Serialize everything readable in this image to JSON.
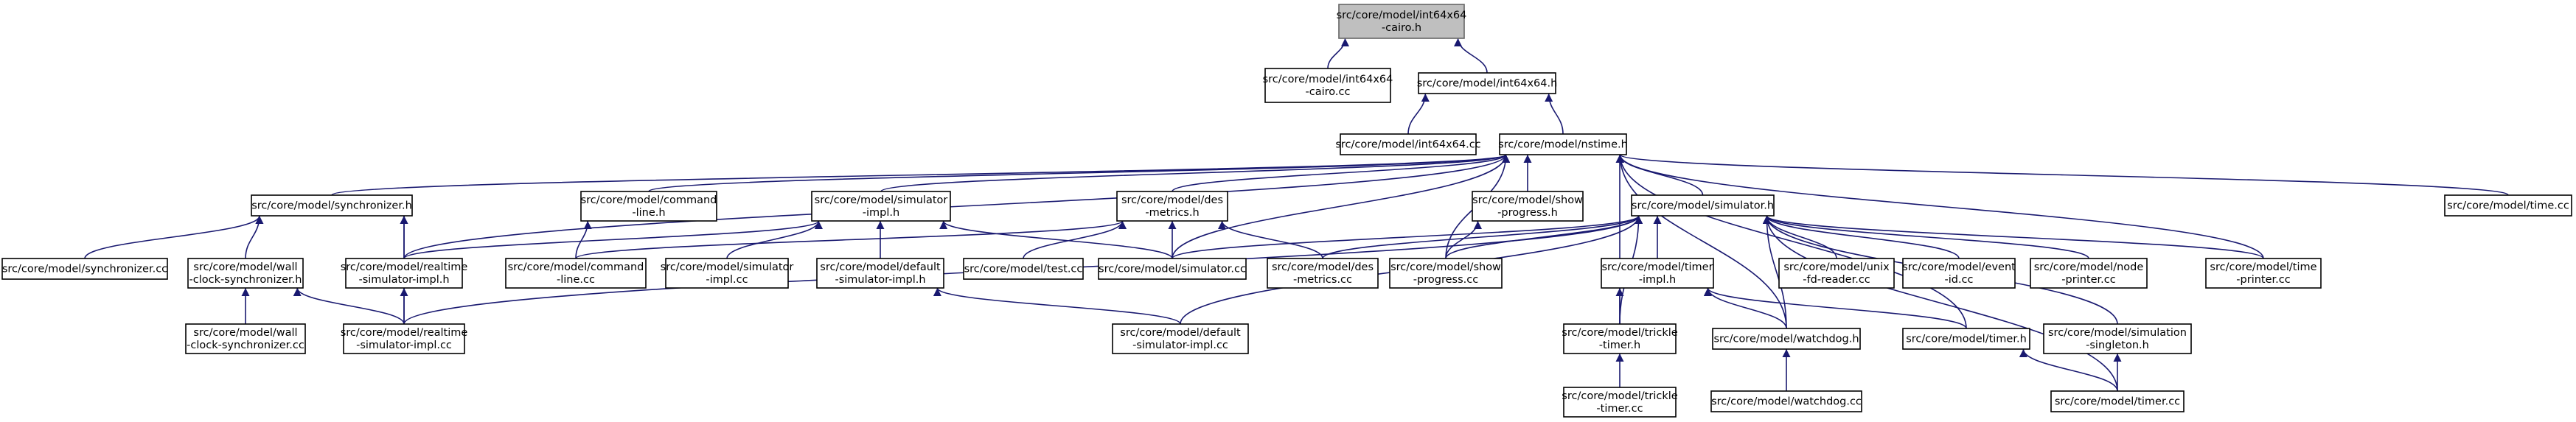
{
  "graph": {
    "edge_color": "#191970",
    "root_fill": "#bfbfbf",
    "nodes": [
      {
        "id": "root",
        "lines": [
          "src/core/model/int64x64",
          "-cairo.h"
        ],
        "root": true
      },
      {
        "id": "cairo_cc",
        "lines": [
          "src/core/model/int64x64",
          "-cairo.cc"
        ]
      },
      {
        "id": "int64_h",
        "lines": [
          "src/core/model/int64x64.h"
        ]
      },
      {
        "id": "int64_cc",
        "lines": [
          "src/core/model/int64x64.cc"
        ]
      },
      {
        "id": "nstime_h",
        "lines": [
          "src/core/model/nstime.h"
        ]
      },
      {
        "id": "sync_h",
        "lines": [
          "src/core/model/synchronizer.h"
        ]
      },
      {
        "id": "cmdline_h",
        "lines": [
          "src/core/model/command",
          "-line.h"
        ]
      },
      {
        "id": "simimpl_h",
        "lines": [
          "src/core/model/simulator",
          "-impl.h"
        ]
      },
      {
        "id": "desmet_h",
        "lines": [
          "src/core/model/des",
          "-metrics.h"
        ]
      },
      {
        "id": "showprog_h",
        "lines": [
          "src/core/model/show",
          "-progress.h"
        ]
      },
      {
        "id": "simulator_h",
        "lines": [
          "src/core/model/simulator.h"
        ]
      },
      {
        "id": "time_cc",
        "lines": [
          "src/core/model/time.cc"
        ]
      },
      {
        "id": "sync_cc",
        "lines": [
          "src/core/model/synchronizer.cc"
        ]
      },
      {
        "id": "wallclock_h",
        "lines": [
          "src/core/model/wall",
          "-clock-synchronizer.h"
        ]
      },
      {
        "id": "rtsimimpl_h",
        "lines": [
          "src/core/model/realtime",
          "-simulator-impl.h"
        ]
      },
      {
        "id": "cmdline_cc",
        "lines": [
          "src/core/model/command",
          "-line.cc"
        ]
      },
      {
        "id": "simimpl_cc",
        "lines": [
          "src/core/model/simulator",
          "-impl.cc"
        ]
      },
      {
        "id": "defsimimpl_h",
        "lines": [
          "src/core/model/default",
          "-simulator-impl.h"
        ]
      },
      {
        "id": "test_cc",
        "lines": [
          "src/core/model/test.cc"
        ]
      },
      {
        "id": "simulator_cc",
        "lines": [
          "src/core/model/simulator.cc"
        ]
      },
      {
        "id": "desmet_cc",
        "lines": [
          "src/core/model/des",
          "-metrics.cc"
        ]
      },
      {
        "id": "showprog_cc",
        "lines": [
          "src/core/model/show",
          "-progress.cc"
        ]
      },
      {
        "id": "timerimpl_h",
        "lines": [
          "src/core/model/timer",
          "-impl.h"
        ]
      },
      {
        "id": "unixfd_cc",
        "lines": [
          "src/core/model/unix",
          "-fd-reader.cc"
        ]
      },
      {
        "id": "eventid_cc",
        "lines": [
          "src/core/model/event",
          "-id.cc"
        ]
      },
      {
        "id": "nodeprint_cc",
        "lines": [
          "src/core/model/node",
          "-printer.cc"
        ]
      },
      {
        "id": "timeprint_cc",
        "lines": [
          "src/core/model/time",
          "-printer.cc"
        ]
      },
      {
        "id": "wallclock_cc",
        "lines": [
          "src/core/model/wall",
          "-clock-synchronizer.cc"
        ]
      },
      {
        "id": "rtsimimpl_cc",
        "lines": [
          "src/core/model/realtime",
          "-simulator-impl.cc"
        ]
      },
      {
        "id": "defsimimpl_cc",
        "lines": [
          "src/core/model/default",
          "-simulator-impl.cc"
        ]
      },
      {
        "id": "trickle_h",
        "lines": [
          "src/core/model/trickle",
          "-timer.h"
        ]
      },
      {
        "id": "watchdog_h",
        "lines": [
          "src/core/model/watchdog.h"
        ]
      },
      {
        "id": "timer_h",
        "lines": [
          "src/core/model/timer.h"
        ]
      },
      {
        "id": "simsingle_h",
        "lines": [
          "src/core/model/simulation",
          "-singleton.h"
        ]
      },
      {
        "id": "trickle_cc",
        "lines": [
          "src/core/model/trickle",
          "-timer.cc"
        ]
      },
      {
        "id": "watchdog_cc",
        "lines": [
          "src/core/model/watchdog.cc"
        ]
      },
      {
        "id": "timer_cc",
        "lines": [
          "src/core/model/timer.cc"
        ]
      }
    ],
    "edges": [
      [
        "cairo_cc",
        "root"
      ],
      [
        "int64_h",
        "root"
      ],
      [
        "int64_cc",
        "int64_h"
      ],
      [
        "nstime_h",
        "int64_h"
      ],
      [
        "sync_h",
        "nstime_h"
      ],
      [
        "cmdline_h",
        "nstime_h"
      ],
      [
        "simimpl_h",
        "nstime_h"
      ],
      [
        "desmet_h",
        "nstime_h"
      ],
      [
        "showprog_h",
        "nstime_h"
      ],
      [
        "simulator_h",
        "nstime_h"
      ],
      [
        "time_cc",
        "nstime_h"
      ],
      [
        "showprog_cc",
        "nstime_h"
      ],
      [
        "trickle_h",
        "nstime_h"
      ],
      [
        "timeprint_cc",
        "nstime_h"
      ],
      [
        "timer_h",
        "nstime_h"
      ],
      [
        "watchdog_h",
        "nstime_h"
      ],
      [
        "rtsimimpl_h",
        "nstime_h"
      ],
      [
        "simulator_cc",
        "nstime_h"
      ],
      [
        "sync_cc",
        "sync_h"
      ],
      [
        "wallclock_h",
        "sync_h"
      ],
      [
        "rtsimimpl_h",
        "sync_h"
      ],
      [
        "rtsimimpl_cc",
        "sync_h"
      ],
      [
        "wallclock_cc",
        "wallclock_h"
      ],
      [
        "rtsimimpl_cc",
        "wallclock_h"
      ],
      [
        "rtsimimpl_cc",
        "rtsimimpl_h"
      ],
      [
        "cmdline_cc",
        "cmdline_h"
      ],
      [
        "rtsimimpl_h",
        "simimpl_h"
      ],
      [
        "simimpl_cc",
        "simimpl_h"
      ],
      [
        "defsimimpl_h",
        "simimpl_h"
      ],
      [
        "simulator_cc",
        "simimpl_h"
      ],
      [
        "defsimimpl_cc",
        "defsimimpl_h"
      ],
      [
        "cmdline_cc",
        "desmet_h"
      ],
      [
        "test_cc",
        "desmet_h"
      ],
      [
        "simulator_cc",
        "desmet_h"
      ],
      [
        "desmet_cc",
        "desmet_h"
      ],
      [
        "showprog_cc",
        "showprog_h"
      ],
      [
        "simulator_cc",
        "simulator_h"
      ],
      [
        "desmet_cc",
        "simulator_h"
      ],
      [
        "showprog_cc",
        "simulator_h"
      ],
      [
        "timerimpl_h",
        "simulator_h"
      ],
      [
        "unixfd_cc",
        "simulator_h"
      ],
      [
        "eventid_cc",
        "simulator_h"
      ],
      [
        "nodeprint_cc",
        "simulator_h"
      ],
      [
        "timeprint_cc",
        "simulator_h"
      ],
      [
        "trickle_h",
        "simulator_h"
      ],
      [
        "watchdog_h",
        "simulator_h"
      ],
      [
        "simsingle_h",
        "simulator_h"
      ],
      [
        "timer_cc",
        "simulator_h"
      ],
      [
        "rtsimimpl_cc",
        "simulator_h"
      ],
      [
        "defsimimpl_cc",
        "simulator_h"
      ],
      [
        "trickle_h",
        "timerimpl_h"
      ],
      [
        "watchdog_h",
        "timerimpl_h"
      ],
      [
        "timer_h",
        "timerimpl_h"
      ],
      [
        "trickle_cc",
        "trickle_h"
      ],
      [
        "watchdog_cc",
        "watchdog_h"
      ],
      [
        "timer_cc",
        "timer_h"
      ],
      [
        "timer_cc",
        "simsingle_h"
      ]
    ]
  }
}
